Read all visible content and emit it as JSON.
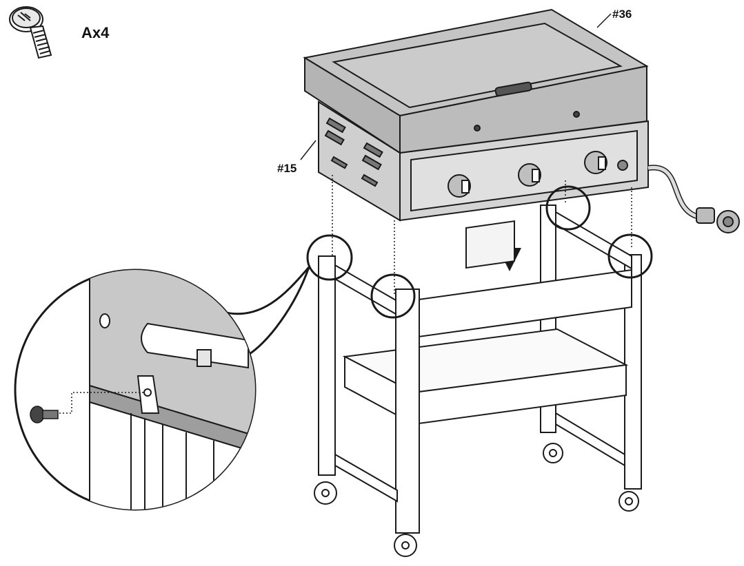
{
  "hardware": {
    "icon": "screw-icon",
    "label": "Ax4"
  },
  "parts": {
    "lid_label": "#36",
    "side_label": "#15"
  },
  "colors": {
    "body_gray": "#c9c9c9",
    "lid_gray": "#bdbdbd",
    "line": "#1a1a1a",
    "arrow": "#1a1a1a"
  }
}
